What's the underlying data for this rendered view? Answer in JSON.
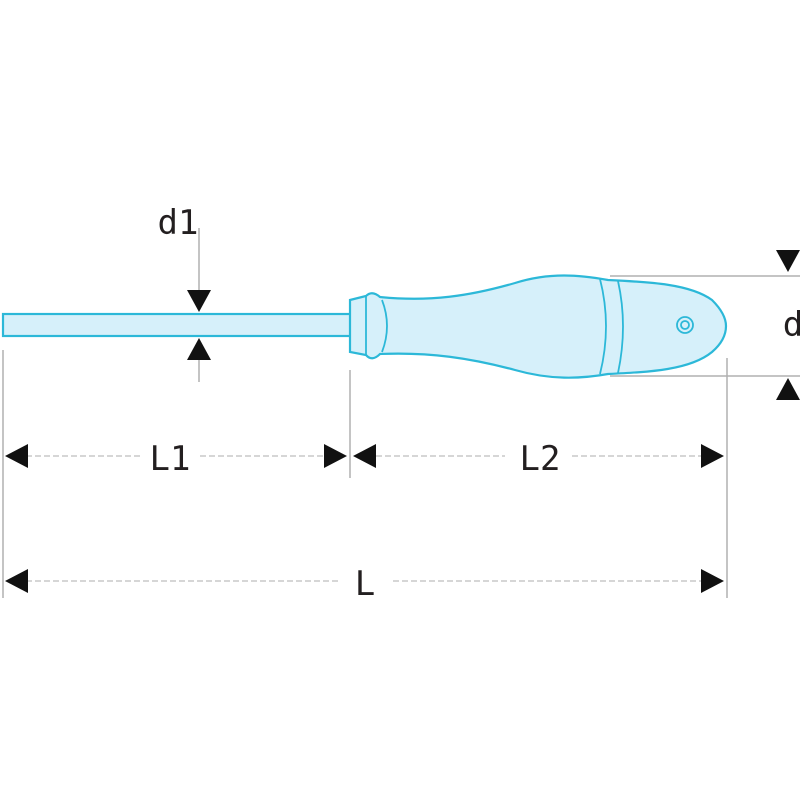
{
  "labels": {
    "d1": "d1",
    "d": "d",
    "L1": "L1",
    "L2": "L2",
    "L": "L"
  },
  "colors": {
    "tool_fill": "#d6f0fa",
    "tool_outline": "#2cb8d8",
    "arrow": "#111111",
    "text": "#231f20",
    "guide_line": "#b0b0b0"
  }
}
